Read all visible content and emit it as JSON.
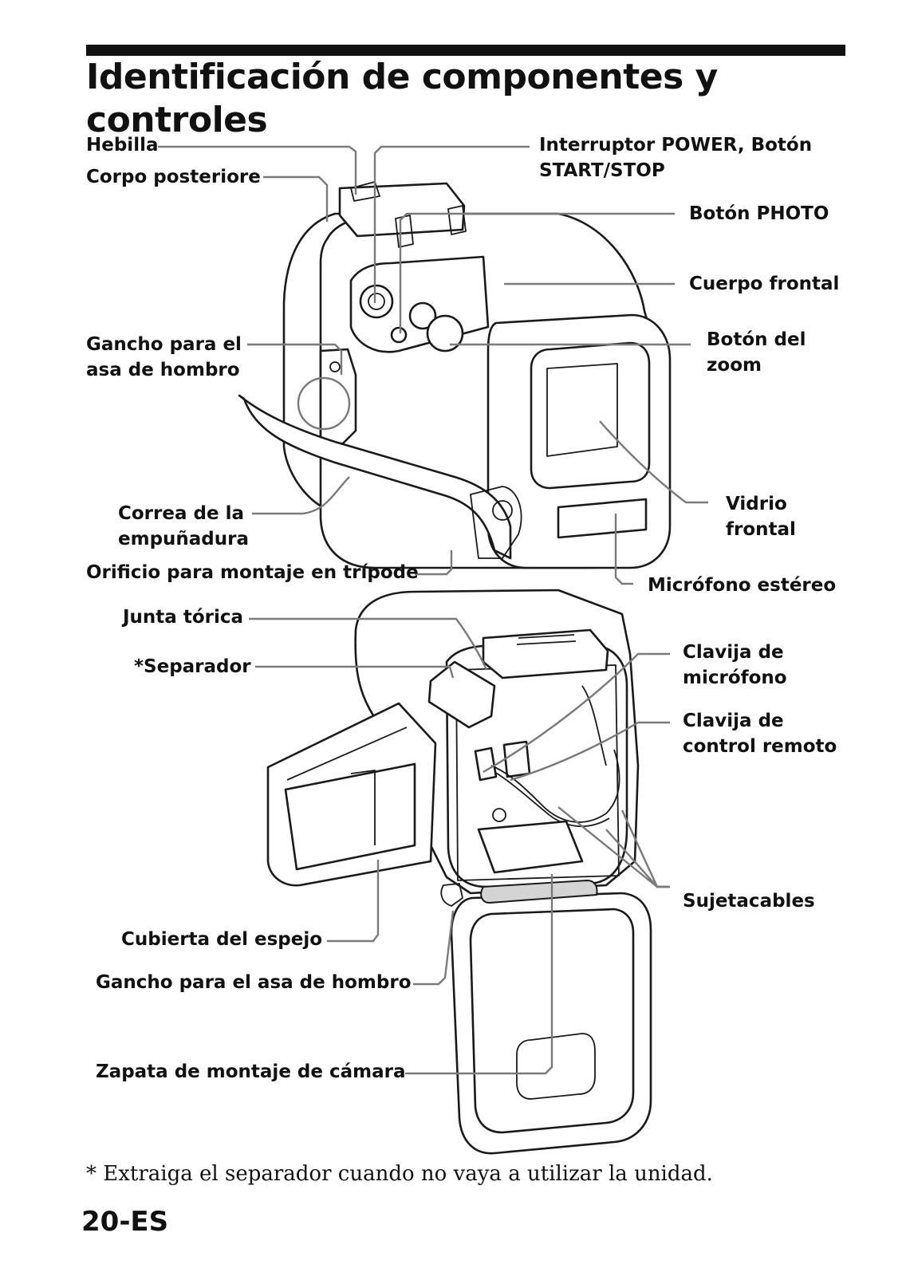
{
  "header": {
    "title": "Identificación de componentes y\ncontroles"
  },
  "labels": {
    "hebilla": "Hebilla",
    "corpo_posteriore": "Corpo posteriore",
    "interruptor_power": "Interruptor POWER, Botón\nSTART/STOP",
    "boton_photo": "Botón PHOTO",
    "cuerpo_frontal": "Cuerpo frontal",
    "gancho_asa_1": "Gancho para el\nasa de hombro",
    "boton_zoom": "Botón del\nzoom",
    "vidrio_frontal": "Vidrio\nfrontal",
    "correa_empunadura": "Correa de la\nempuñadura",
    "orificio_tripode": "Orificio para montaje en trípode",
    "microfono_estereo": "Micrófono estéreo",
    "junta_torica": "Junta tórica",
    "separador": "*Separador",
    "clavija_microfono": "Clavija de\nmicrófono",
    "clavija_control_remoto": "Clavija de\ncontrol remoto",
    "sujetacables": "Sujetacables",
    "cubierta_espejo": "Cubierta del espejo",
    "gancho_asa_2": "Gancho para el asa de hombro",
    "zapata_montaje": "Zapata de montaje de cámara"
  },
  "footer": {
    "footnote": "* Extraiga el separador cuando no vaya a utilizar la unidad.",
    "page_number": "20-ES"
  }
}
